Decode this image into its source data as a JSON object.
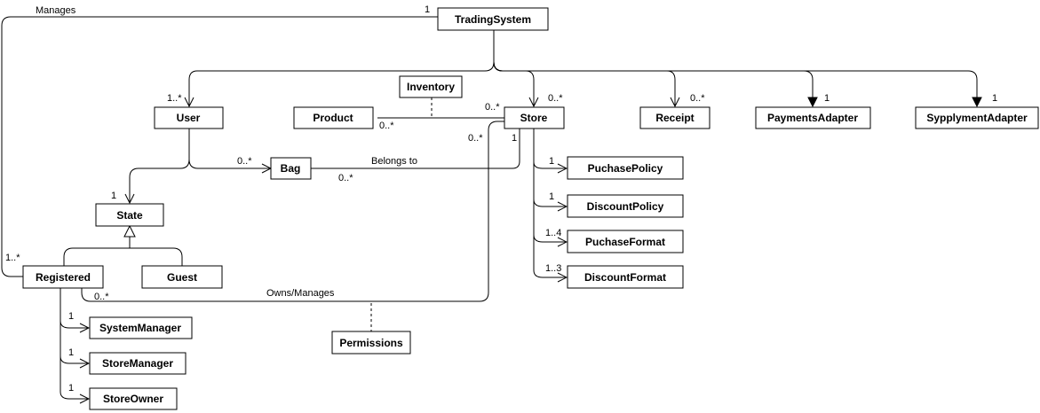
{
  "classes": {
    "trading_system": "TradingSystem",
    "user": "User",
    "product": "Product",
    "inventory": "Inventory",
    "store": "Store",
    "receipt": "Receipt",
    "payments_adapter": "PaymentsAdapter",
    "supplyment_adapter": "SypplymentAdapter",
    "bag": "Bag",
    "state": "State",
    "registered": "Registered",
    "guest": "Guest",
    "purchase_policy": "PuchasePolicy",
    "discount_policy": "DiscountPolicy",
    "purchase_format": "PuchaseFormat",
    "discount_format": "DiscountFormat",
    "system_manager": "SystemManager",
    "store_manager": "StoreManager",
    "store_owner": "StoreOwner",
    "permissions": "Permissions"
  },
  "labels": {
    "manages": "Manages",
    "manages_mult_ts": "1",
    "manages_mult_reg": "1..*",
    "user_mult": "1..*",
    "store_mult": "0..*",
    "receipt_mult": "0..*",
    "payments_mult": "1",
    "supply_mult": "1",
    "product_mult": "0..*",
    "product_store_mult": "0..*",
    "store_owns_mult": "0..*",
    "store_bag_mult": "1",
    "user_bag_mult": "0..*",
    "bag_store_mult": "0..*",
    "belongs_to": "Belongs to",
    "state_mult": "1",
    "purchase_policy_mult": "1",
    "discount_policy_mult": "1",
    "purchase_format_mult": "1..4",
    "discount_format_mult": "1..3",
    "owns_manages": "Owns/Manages",
    "reg_owns_mult": "0..*",
    "system_manager_mult": "1",
    "store_manager_mult": "1",
    "store_owner_mult": "1"
  }
}
